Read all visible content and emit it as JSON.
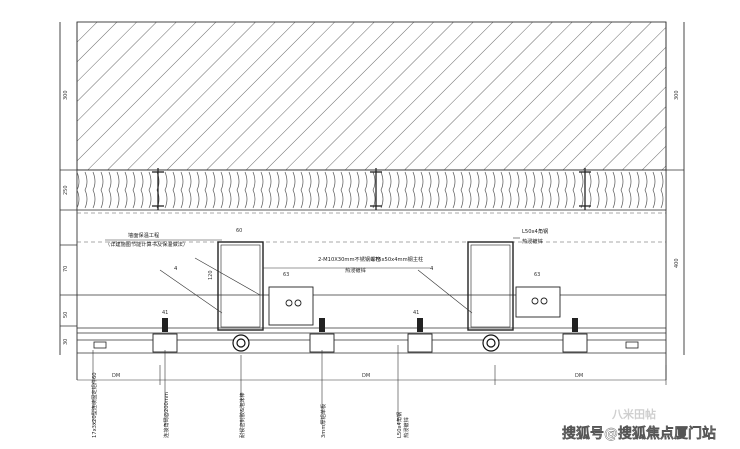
{
  "drawing": {
    "left_dims": [
      "300",
      "250",
      "70",
      "50",
      "30"
    ],
    "right_dims": [
      "300",
      "400"
    ],
    "sub_dims": [
      "60",
      "63",
      "41",
      "63",
      "41",
      "120"
    ],
    "bottom_dims": [
      "DM",
      "DM",
      "DM"
    ],
    "leader_notes": {
      "wall_top": "墙面保温工程",
      "wall_sub": "（详建施图节能计算书及保温做法）",
      "mullion": "2-M10X30mm不锈钢螺栓",
      "mullion_b": "L75x50x4mm钢主柱",
      "mullion_c": "热浸镀锌",
      "angle_right": "L50x4角钢",
      "angle_right_b": "热浸镀锌"
    },
    "bottom_notes": [
      "17x3x20型连续固定铝件60",
      "连接角码@200mm",
      "耐候密封胶&泡沫棒",
      "3mm厚铝单板",
      "L50x4角钢",
      "热浸镀锌"
    ],
    "weld_mark": "4"
  },
  "watermark": {
    "main": "搜狐号@搜狐焦点厦门站",
    "faded": "八米田帖"
  }
}
